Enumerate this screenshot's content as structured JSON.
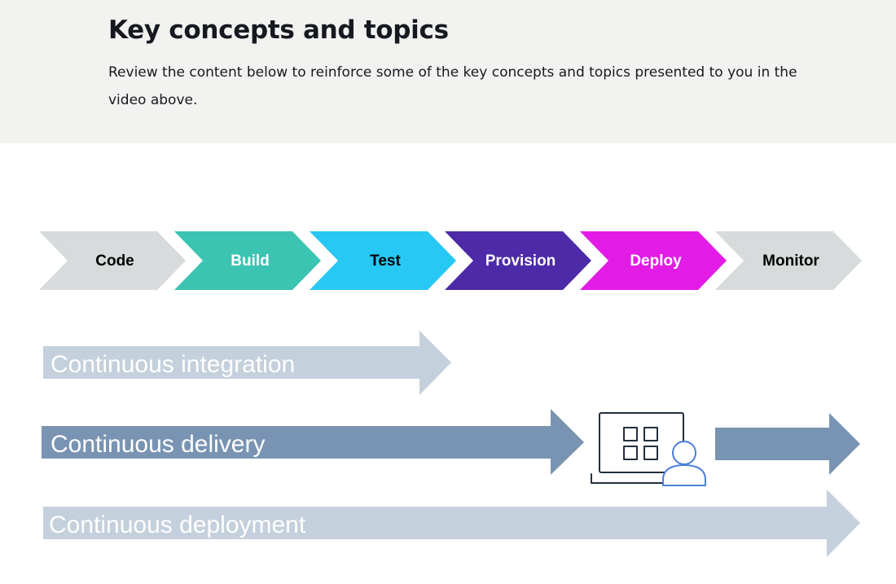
{
  "header": {
    "title": "Key concepts and topics",
    "description": "Review the content below to reinforce some of the key concepts and topics presented to you in the video above."
  },
  "pipeline": {
    "stages": [
      {
        "label": "Code",
        "color": "#d7dbdb",
        "text_color": "#000000"
      },
      {
        "label": "Build",
        "color": "#3cc4b3",
        "text_color": "#ffffff"
      },
      {
        "label": "Test",
        "color": "#27c8f4",
        "text_color": "#000000"
      },
      {
        "label": "Provision",
        "color": "#4c2aa8",
        "text_color": "#ffffff"
      },
      {
        "label": "Deploy",
        "color": "#e31be6",
        "text_color": "#ffffff"
      },
      {
        "label": "Monitor",
        "color": "#d7dbdb",
        "text_color": "#000000"
      }
    ]
  },
  "flows": {
    "integration": {
      "label": "Continuous integration",
      "color": "#c4d0dc"
    },
    "delivery": {
      "label": "Continuous delivery",
      "color": "#7994b2"
    },
    "deployment": {
      "label": "Continuous deployment",
      "color": "#c4d0dc"
    }
  },
  "icons": {
    "approval": "manual-approval-user-laptop-icon"
  }
}
